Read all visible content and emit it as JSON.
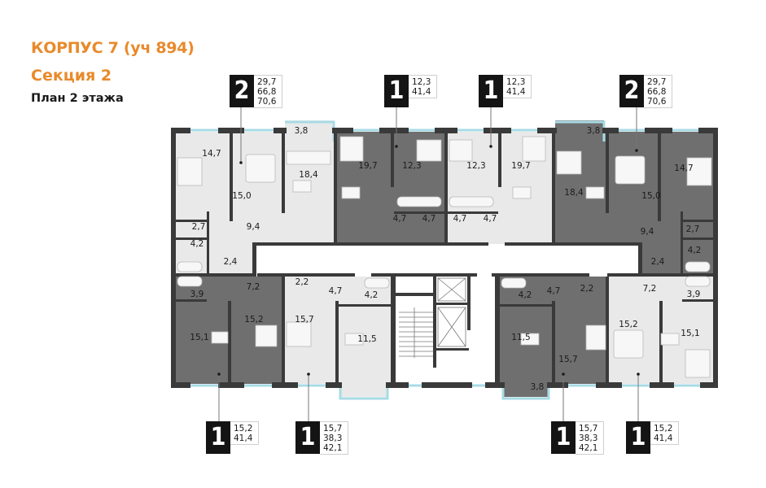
{
  "header": {
    "building": "КОРПУС 7 (уч 894)",
    "section": "Секция 2",
    "plan": "План 2 этажа"
  },
  "colors": {
    "title_orange": "#e98a2b",
    "wall": "#3a3a3a",
    "unit_dark": "#6f6f6f",
    "unit_light": "#e9e9e9",
    "window": "#a8dbe6",
    "badge": "#141414"
  },
  "tags": [
    {
      "id": "top-left-2",
      "rooms": "2",
      "values": [
        "29,7",
        "66,8",
        "70,6"
      ]
    },
    {
      "id": "top-mid-left-1",
      "rooms": "1",
      "values": [
        "12,3",
        "41,4"
      ]
    },
    {
      "id": "top-mid-right-1",
      "rooms": "1",
      "values": [
        "12,3",
        "41,4"
      ]
    },
    {
      "id": "top-right-2",
      "rooms": "2",
      "values": [
        "29,7",
        "66,8",
        "70,6"
      ]
    },
    {
      "id": "bottom-left-1",
      "rooms": "1",
      "values": [
        "15,2",
        "41,4"
      ]
    },
    {
      "id": "bottom-mid-left-1",
      "rooms": "1",
      "values": [
        "15,7",
        "38,3",
        "42,1"
      ]
    },
    {
      "id": "bottom-mid-right-1",
      "rooms": "1",
      "values": [
        "15,7",
        "38,3",
        "42,1"
      ]
    },
    {
      "id": "bottom-right-1",
      "rooms": "1",
      "values": [
        "15,2",
        "41,4"
      ]
    }
  ],
  "rooms": {
    "tl_bed1": "14,7",
    "tl_bed2": "15,0",
    "tl_balcony": "3,8",
    "tl_kitchen": "18,4",
    "tl_wc": "2,7",
    "tl_hall": "9,4",
    "tl_bath": "4,2",
    "tl_closet": "2,4",
    "tml_kitchen": "19,7",
    "tml_bed": "12,3",
    "tml_hall": "4,7",
    "tml_bath": "4,7",
    "tmr_bed": "12,3",
    "tmr_kitchen": "19,7",
    "tmr_bath": "4,7",
    "tmr_hall": "4,7",
    "tr_balcony": "3,8",
    "tr_kitchen": "18,4",
    "tr_bed2": "15,0",
    "tr_bed1": "14,7",
    "tr_hall": "9,4",
    "tr_wc": "2,7",
    "tr_closet": "2,4",
    "tr_bath": "4,2",
    "bl_bath": "3,9",
    "bl_hall": "7,2",
    "bl_kitchen": "15,1",
    "bl_bed": "15,2",
    "bml_closet": "2,2",
    "bml_hall": "4,7",
    "bml_bath": "4,2",
    "bml_room": "15,7",
    "bml_kitchen": "11,5",
    "bmr_bath": "4,2",
    "bmr_hall": "4,7",
    "bmr_closet": "2,2",
    "bmr_kitchen": "11,5",
    "bmr_room": "15,7",
    "bmr_balcony": "3,8",
    "br_hall": "7,2",
    "br_bath": "3,9",
    "br_bed": "15,2",
    "br_kitchen": "15,1"
  }
}
